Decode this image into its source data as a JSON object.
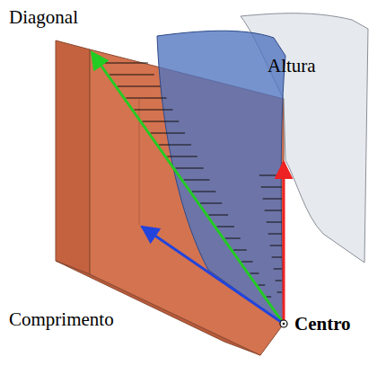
{
  "diagram": {
    "labels": [
      "Diagonal",
      "Altura",
      "Comprimento",
      "Centro"
    ]
  }
}
